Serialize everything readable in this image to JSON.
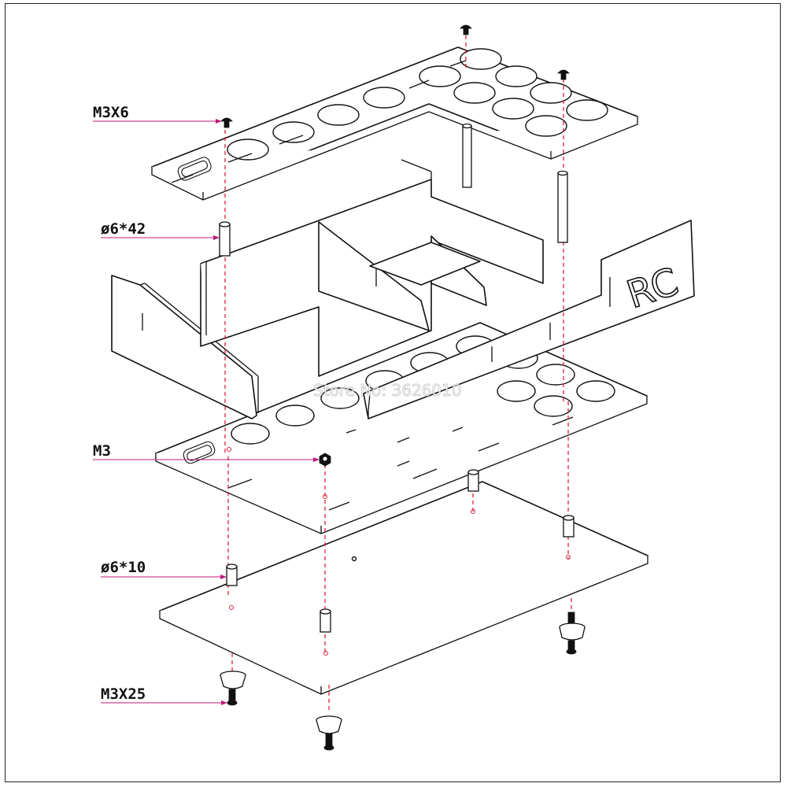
{
  "labels": {
    "m3x6": "M3X6",
    "spacer_long": "ø6*42",
    "nut": "M3",
    "spacer_short": "ø6*10",
    "m3x25": "M3X25"
  },
  "panel_text": "RC",
  "watermark": "Store No: 3626010",
  "colors": {
    "leader": "#c0187a",
    "axis_dash": "#e0223a",
    "outline": "#111111"
  }
}
